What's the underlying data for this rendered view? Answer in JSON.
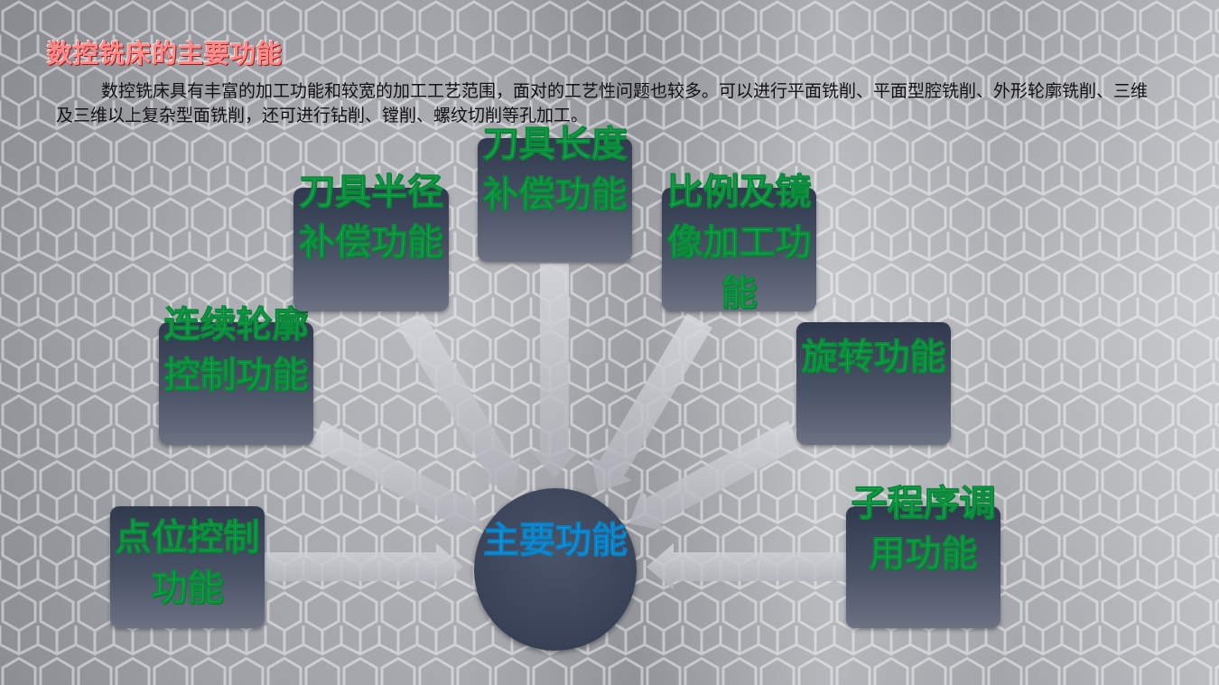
{
  "slide": {
    "title": "数控铣床的主要功能",
    "intro": "数控铣床具有丰富的加工功能和较宽的加工工艺范围，面对的工艺性问题也较多。可以进行平面铣削、平面型腔铣削、外形轮廓铣削、三维及三维以上复杂型面铣削，还可进行钻削、镗削、螺纹切削等孔加工。"
  },
  "diagram": {
    "center": "主要功能",
    "nodes": {
      "point_control": "点位控制功能",
      "contour_control": "连续轮廓控制功能",
      "radius_compensation": "刀具半径补偿功能",
      "length_compensation": "刀具长度补偿功能",
      "scale_mirror": "比例及镜像加工功能",
      "rotation": "旋转功能",
      "subprogram_call": "子程序调用功能"
    }
  },
  "colors": {
    "title": "#ff8a8a",
    "node_text": "#14b550",
    "center_text": "#1aa5ee",
    "node_fill": "#3b4459"
  }
}
